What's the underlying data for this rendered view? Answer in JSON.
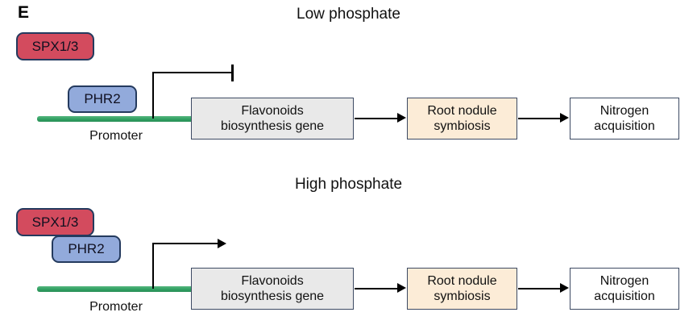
{
  "figure": {
    "panel_label": "E",
    "colors": {
      "spx_fill": "#d34b5e",
      "phr_fill": "#92aadb",
      "promoter_line_green": "#2f9e60",
      "gene_box_fill": "#e9e9e9",
      "symbiosis_box_fill": "#fcecd7",
      "nitrogen_box_fill": "#ffffff",
      "protein_border": "#243a5e",
      "flow_box_border": "#3d4a63"
    },
    "panels": [
      {
        "id": "low-phosphate",
        "title": "Low phosphate",
        "promoter_arrow": "blunt-repression",
        "spx_label": "SPX1/3",
        "phr_label": "PHR2",
        "promoter_label": "Promoter",
        "gene_label": "Flavonoids biosynthesis gene",
        "symbiosis_label": "Root nodule symbiosis",
        "nitrogen_label": "Nitrogen acquisition"
      },
      {
        "id": "high-phosphate",
        "title": "High phosphate",
        "promoter_arrow": "arrowhead-active",
        "spx_label": "SPX1/3",
        "phr_label": "PHR2",
        "promoter_label": "Promoter",
        "gene_label": "Flavonoids biosynthesis gene",
        "symbiosis_label": "Root nodule symbiosis",
        "nitrogen_label": "Nitrogen acquisition"
      }
    ]
  }
}
